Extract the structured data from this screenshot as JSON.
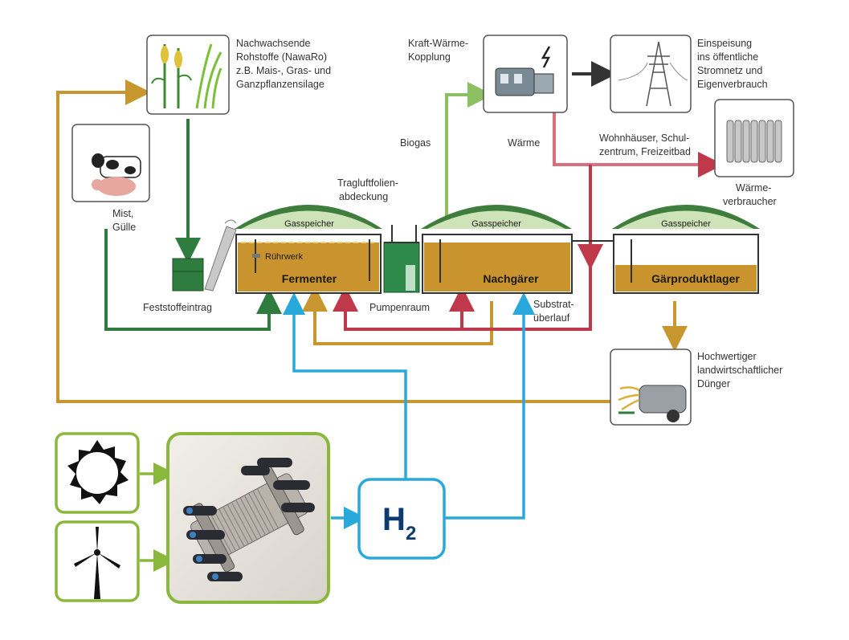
{
  "labels": {
    "nawaro": [
      "Nachwachsende",
      "Rohstoffe (NawaRo)",
      "z.B. Mais-, Gras- und",
      "Ganzpflanzensilage"
    ],
    "mist": [
      "Mist,",
      "Gülle"
    ],
    "feststoff": "Feststoffeintrag",
    "tragluft": [
      "Tragluftfolien-",
      "abdeckung"
    ],
    "kwk": [
      "Kraft-Wärme-",
      "Kopplung"
    ],
    "einspeisung": [
      "Einspeisung",
      "ins öffentliche",
      "Stromnetz und",
      "Eigenverbrauch"
    ],
    "biogas": "Biogas",
    "waerme": "Wärme",
    "wohnhaeuser": [
      "Wohnhäuser, Schul-",
      "zentrum, Freizeitbad"
    ],
    "waermeverbraucher": [
      "Wärme-",
      "verbraucher"
    ],
    "pumpenraum": "Pumpenraum",
    "substrat": [
      "Substrat-",
      "überlauf"
    ],
    "duenger": [
      "Hochwertiger",
      "landwirtschaftlicher",
      "Dünger"
    ],
    "ruehrwerk": "Rührwerk",
    "gasspeicher": "Gasspeicher",
    "fermenter": "Fermenter",
    "nachgaerer": "Nachgärer",
    "gaerprodukt": "Gärproduktlager",
    "h2": "H",
    "h2_sub": "2"
  },
  "colors": {
    "green_dark": "#2e7d3e",
    "green_light": "#8cc063",
    "ochre": "#c8962e",
    "red": "#c0394a",
    "blue": "#29a8dc",
    "frame_green": "#8ab83c",
    "tank_fill": "#c9932e",
    "roof": "#3e7d3e"
  },
  "icons": [
    "crops-icon",
    "cow-pig-icon",
    "engine-icon",
    "pylon-icon",
    "radiator-icon",
    "spreader-icon",
    "sun-icon",
    "wind-turbine-icon",
    "electrolyzer-icon"
  ]
}
